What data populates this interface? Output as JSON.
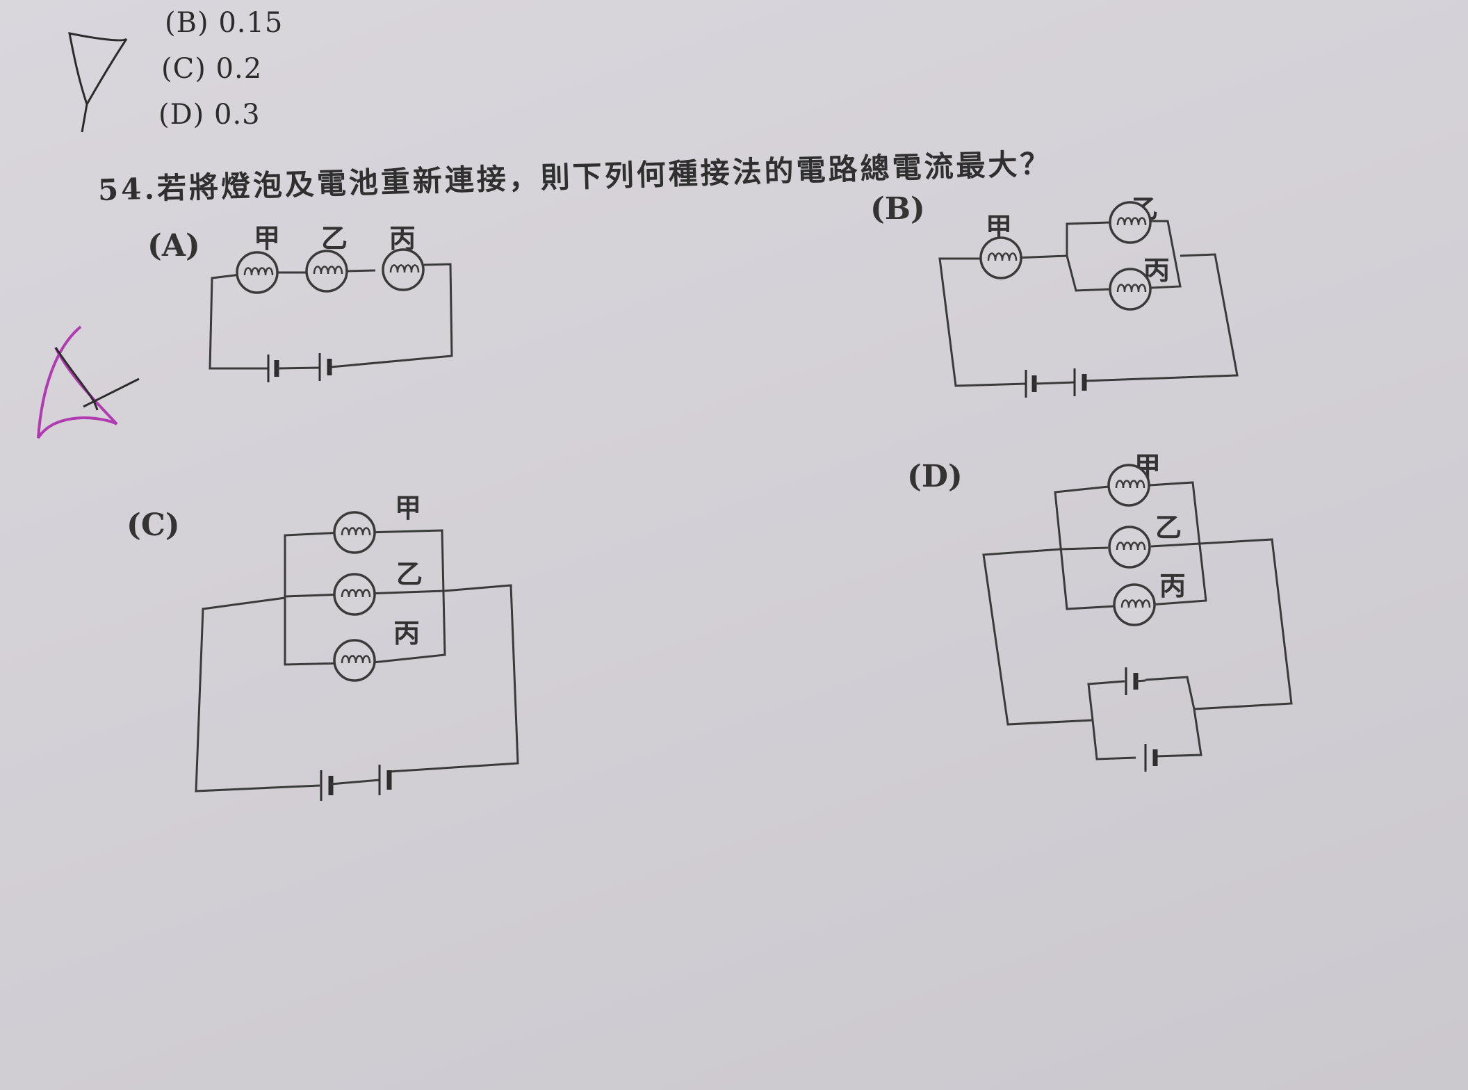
{
  "previous_options": [
    {
      "label": "(B) 0.15"
    },
    {
      "label": "(C) 0.2"
    },
    {
      "label": "(D) 0.3"
    }
  ],
  "question": {
    "text": "54.若將燈泡及電池重新連接，則下列何種接法的電路總電流最大？"
  },
  "options": {
    "A": {
      "label": "(A)"
    },
    "B": {
      "label": "(B)"
    },
    "C": {
      "label": "(C)"
    },
    "D": {
      "label": "(D)"
    }
  },
  "bulbs": {
    "jia": "甲",
    "yi": "乙",
    "bing": "丙"
  },
  "colors": {
    "ink": "#3a3a3a",
    "pen_black": "#2b2b2b",
    "pen_magenta": "#b03ab0"
  }
}
